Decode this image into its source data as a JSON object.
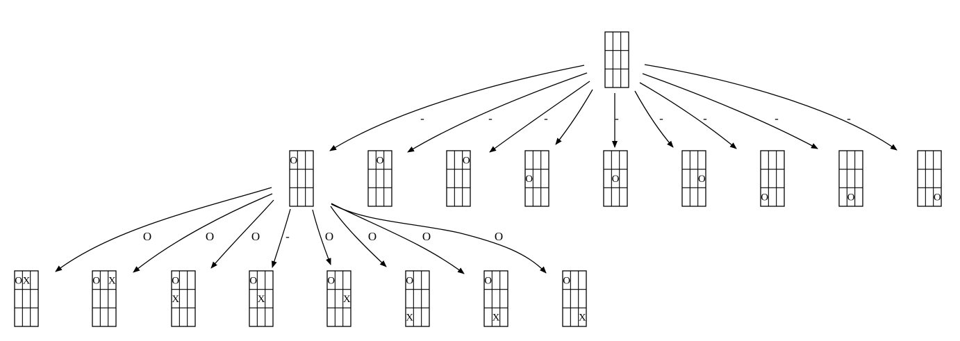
{
  "diagram": {
    "boards": [
      {
        "id": "root",
        "cells": [
          "",
          "",
          "",
          "",
          "",
          "",
          "",
          "",
          ""
        ]
      },
      {
        "id": "L1-0",
        "cells": [
          "O",
          "",
          "",
          "",
          "",
          "",
          "",
          "",
          ""
        ]
      },
      {
        "id": "L1-1",
        "cells": [
          "",
          "O",
          "",
          "",
          "",
          "",
          "",
          "",
          ""
        ]
      },
      {
        "id": "L1-2",
        "cells": [
          "",
          "",
          "O",
          "",
          "",
          "",
          "",
          "",
          ""
        ]
      },
      {
        "id": "L1-3",
        "cells": [
          "",
          "",
          "",
          "O",
          "",
          "",
          "",
          "",
          ""
        ]
      },
      {
        "id": "L1-4",
        "cells": [
          "",
          "",
          "",
          "",
          "O",
          "",
          "",
          "",
          ""
        ]
      },
      {
        "id": "L1-5",
        "cells": [
          "",
          "",
          "",
          "",
          "",
          "O",
          "",
          "",
          ""
        ]
      },
      {
        "id": "L1-6",
        "cells": [
          "",
          "",
          "",
          "",
          "",
          "",
          "O",
          "",
          ""
        ]
      },
      {
        "id": "L1-7",
        "cells": [
          "",
          "",
          "",
          "",
          "",
          "",
          "",
          "O",
          ""
        ]
      },
      {
        "id": "L1-8",
        "cells": [
          "",
          "",
          "",
          "",
          "",
          "",
          "",
          "",
          "O"
        ]
      },
      {
        "id": "L2-0",
        "cells": [
          "O",
          "X",
          "",
          "",
          "",
          "",
          "",
          "",
          ""
        ]
      },
      {
        "id": "L2-1",
        "cells": [
          "O",
          "",
          "X",
          "",
          "",
          "",
          "",
          "",
          ""
        ]
      },
      {
        "id": "L2-2",
        "cells": [
          "O",
          "",
          "",
          "X",
          "",
          "",
          "",
          "",
          ""
        ]
      },
      {
        "id": "L2-3",
        "cells": [
          "O",
          "",
          "",
          "",
          "X",
          "",
          "",
          "",
          ""
        ]
      },
      {
        "id": "L2-4",
        "cells": [
          "O",
          "",
          "",
          "",
          "",
          "X",
          "",
          "",
          ""
        ]
      },
      {
        "id": "L2-5",
        "cells": [
          "O",
          "",
          "",
          "",
          "",
          "",
          "X",
          "",
          ""
        ]
      },
      {
        "id": "L2-6",
        "cells": [
          "O",
          "",
          "",
          "",
          "",
          "",
          "",
          "X",
          ""
        ]
      },
      {
        "id": "L2-7",
        "cells": [
          "O",
          "",
          "",
          "",
          "",
          "",
          "",
          "",
          "X"
        ]
      }
    ],
    "edges": [
      {
        "from": "root",
        "to": "L1-0",
        "label": ""
      },
      {
        "from": "root",
        "to": "L1-1",
        "label": "-"
      },
      {
        "from": "root",
        "to": "L1-2",
        "label": "-"
      },
      {
        "from": "root",
        "to": "L1-3",
        "label": "-"
      },
      {
        "from": "root",
        "to": "L1-4",
        "label": "-"
      },
      {
        "from": "root",
        "to": "L1-5",
        "label": "-"
      },
      {
        "from": "root",
        "to": "L1-6",
        "label": "-"
      },
      {
        "from": "root",
        "to": "L1-7",
        "label": "-"
      },
      {
        "from": "root",
        "to": "L1-8",
        "label": "-"
      },
      {
        "from": "L1-0",
        "to": "L2-0",
        "label": "O"
      },
      {
        "from": "L1-0",
        "to": "L2-1",
        "label": "O"
      },
      {
        "from": "L1-0",
        "to": "L2-2",
        "label": "O"
      },
      {
        "from": "L1-0",
        "to": "L2-3",
        "label": "-"
      },
      {
        "from": "L1-0",
        "to": "L2-4",
        "label": "O"
      },
      {
        "from": "L1-0",
        "to": "L2-5",
        "label": "O"
      },
      {
        "from": "L1-0",
        "to": "L2-6",
        "label": "O"
      },
      {
        "from": "L1-0",
        "to": "L2-7",
        "label": "O"
      }
    ]
  }
}
